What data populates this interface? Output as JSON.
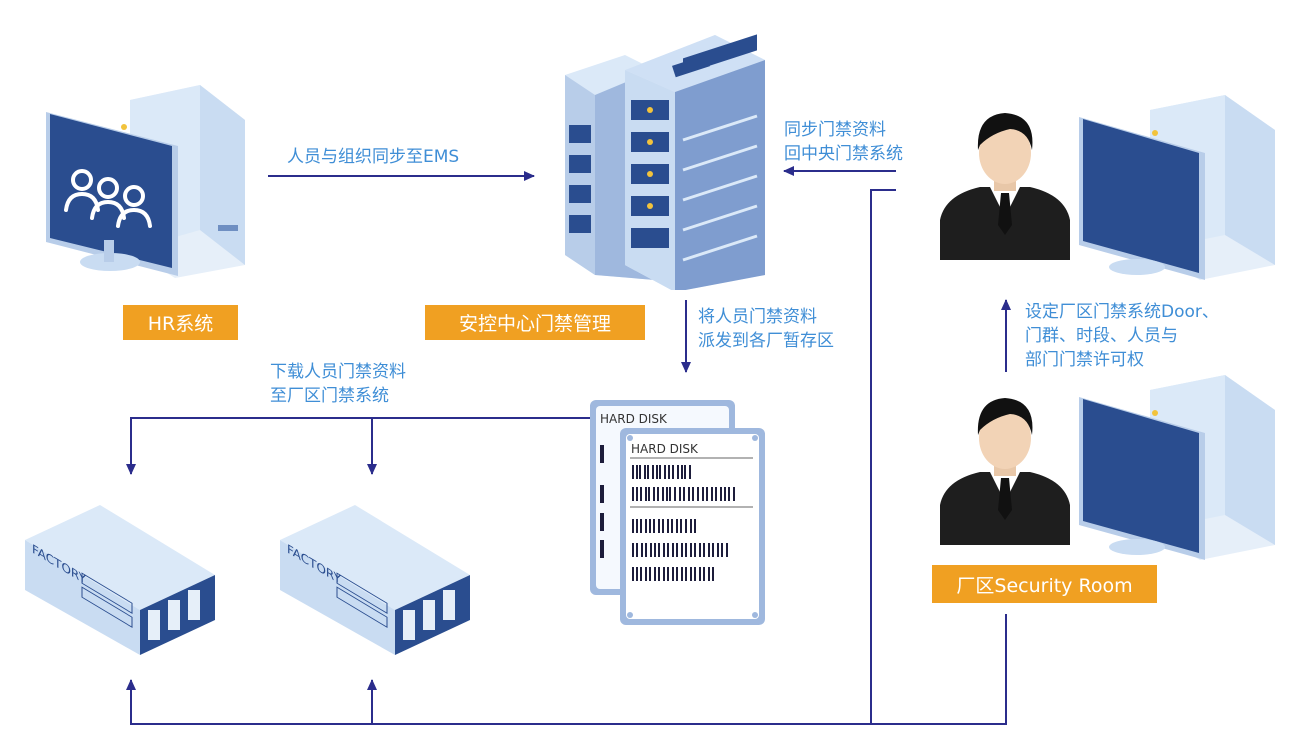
{
  "labels": {
    "hr": "HR系统",
    "security_center": "安控中心门禁管理",
    "security_room": "厂区Security Room"
  },
  "captions": {
    "sync_ems": "人员与组织同步至EMS",
    "sync_back_1": "同步门禁资料",
    "sync_back_2": "回中央门禁系统",
    "dispatch_1": "将人员门禁资料",
    "dispatch_2": "派发到各厂暂存区",
    "download_1": "下载人员门禁资料",
    "download_2": "至厂区门禁系统",
    "config_1": "设定厂区门禁系统Door、",
    "config_2": "门群、时段、人员与",
    "config_3": "部门门禁许可权"
  },
  "disk": {
    "label_back": "HARD DISK",
    "label_front": "HARD DISK"
  },
  "factory": {
    "sign_1": "FACTORY",
    "sign_2": "FACTORY"
  },
  "colors": {
    "accent_orange": "#f0a022",
    "caption_blue": "#3f8ed6",
    "line_navy": "#2b2d8c",
    "monitor_dark": "#2a4d8f",
    "case_light": "#dbe9f8"
  },
  "icons": [
    "monitor-icon",
    "users-icon",
    "server-rack-icon",
    "hard-disk-icon",
    "factory-icon",
    "businessman-icon"
  ]
}
